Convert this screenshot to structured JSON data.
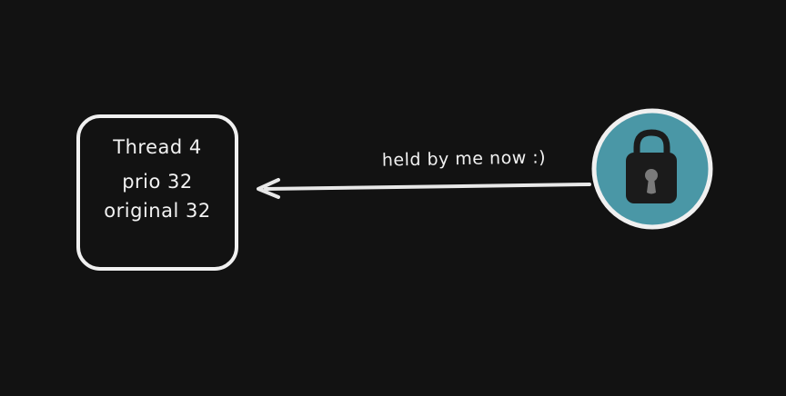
{
  "diagram": {
    "thread_node": {
      "title": "Thread 4",
      "priority": "prio 32",
      "original": "original 32"
    },
    "edge": {
      "label": "held by me now :)"
    },
    "lock_node": {
      "icon": "lock-icon",
      "fill_color": "#4a97a6",
      "border_color": "#f0f0f0",
      "lock_color": "#1b1b1b",
      "keyhole_color": "#7a7a7a"
    }
  }
}
